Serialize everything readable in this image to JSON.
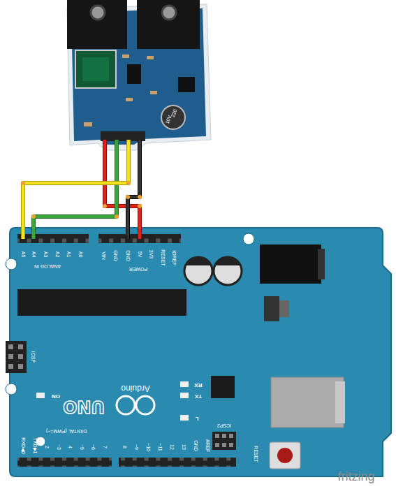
{
  "diagram": {
    "labels": [
      "A5",
      "A4",
      "A3",
      "A2",
      "A1",
      "A0",
      "ANALOG IN",
      "VIN",
      "GND",
      "GND",
      "5V",
      "3V3",
      "RESET",
      "IOREF",
      "POWER",
      "ICSP",
      "ON",
      "UNO",
      "Arduino",
      "RX",
      "TX",
      "L",
      "DIGITAL (PWM=~)",
      "RXD◀0",
      "TXD▶1",
      "2",
      "~3",
      "4",
      "~5",
      "~6",
      "7",
      "8",
      "~9",
      "~10",
      "~11",
      "12",
      "13",
      "GND",
      "AREF",
      "ICSP2",
      "RESET",
      "220",
      "10V",
      "fritzing"
    ]
  }
}
